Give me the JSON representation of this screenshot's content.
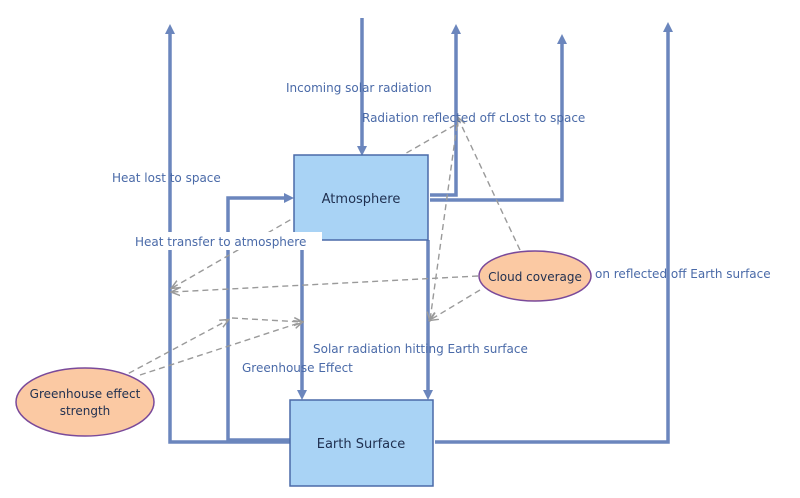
{
  "nodes": {
    "atmosphere": "Atmosphere",
    "earth_surface": "Earth Surface",
    "cloud_coverage": "Cloud coverage",
    "greenhouse_line1": "Greenhouse effect",
    "greenhouse_line2": "strength"
  },
  "flows": {
    "incoming_solar": "Incoming solar radiation",
    "reflected_clouds": "Radiation reflected off cLost to space",
    "heat_lost": "Heat lost to space",
    "heat_transfer": "Heat transfer to atmosphere",
    "reflected_earth": "on reflected off Earth surface",
    "solar_hitting": "Solar radiation hitting Earth surface",
    "greenhouse_effect": "Greenhouse Effect"
  },
  "colors": {
    "flow_arrow": "#6b86bd",
    "stock_fill": "#a9d3f5",
    "stock_border": "#4a6aa8",
    "auxiliary_fill": "#fbc9a3",
    "auxiliary_border": "#7a4a9a",
    "link_dashed": "#9a9a9a",
    "label_text": "#4a6aa8"
  }
}
